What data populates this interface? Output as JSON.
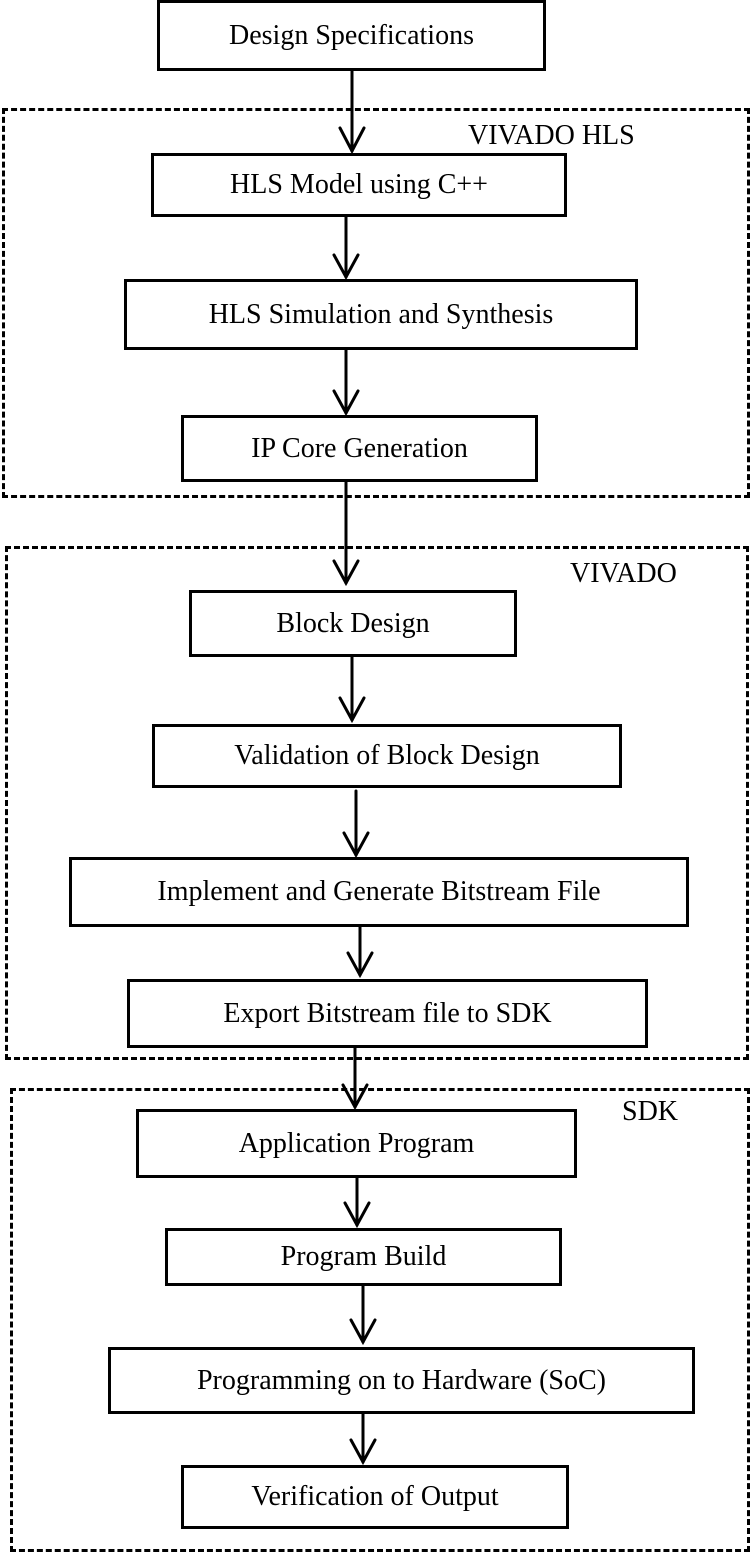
{
  "groups": {
    "vivado_hls": "VIVADO HLS",
    "vivado": "VIVADO",
    "sdk": "SDK"
  },
  "steps": {
    "design_specifications": "Design Specifications",
    "hls_model": "HLS Model using C++",
    "hls_simulation": "HLS Simulation and Synthesis",
    "ip_core_generation": "IP Core Generation",
    "block_design": "Block Design",
    "validation": "Validation of Block Design",
    "implement_bitstream": "Implement and Generate Bitstream File",
    "export_bitstream": "Export Bitstream file to SDK",
    "application_program": "Application Program",
    "program_build": "Program Build",
    "programming_hardware": "Programming on to Hardware (SoC)",
    "verification_output": "Verification of Output"
  },
  "colors": {
    "stroke": "#000000",
    "background": "#ffffff"
  }
}
